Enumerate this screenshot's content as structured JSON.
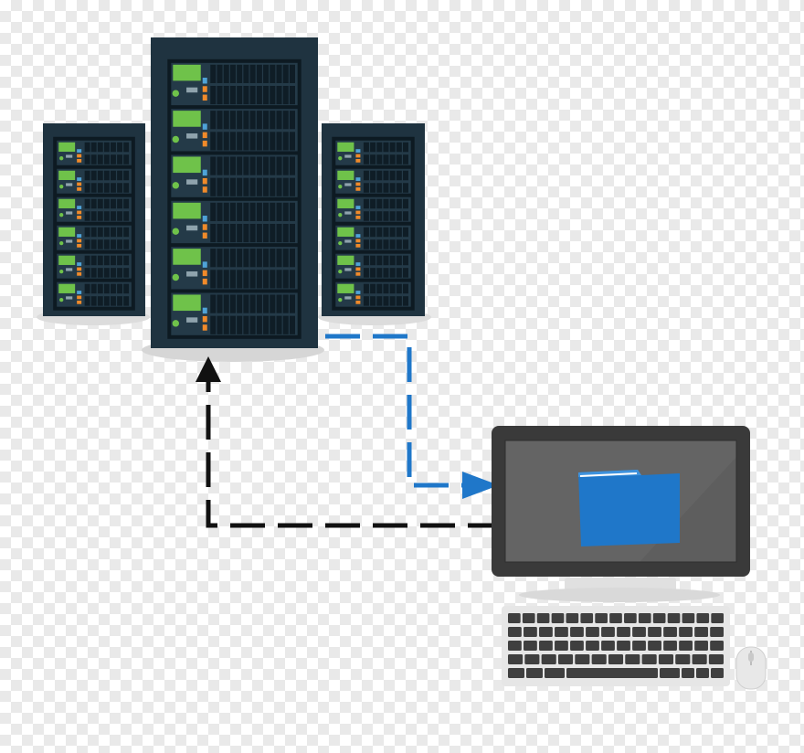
{
  "diagram": {
    "nodes": [
      {
        "id": "server-left",
        "kind": "server-rack"
      },
      {
        "id": "server-center",
        "kind": "server-rack"
      },
      {
        "id": "server-right",
        "kind": "server-rack"
      },
      {
        "id": "desktop-computer",
        "kind": "computer",
        "screen_icon": "folder-icon"
      },
      {
        "id": "keyboard",
        "kind": "keyboard"
      },
      {
        "id": "mouse",
        "kind": "mouse"
      }
    ],
    "edges": [
      {
        "from": "server-right",
        "to": "desktop-computer",
        "style": "dashed",
        "color": "#1f77c9"
      },
      {
        "from": "desktop-computer",
        "to": "server-center",
        "style": "dashed",
        "color": "#111111"
      }
    ]
  },
  "colors": {
    "rack_body": "#1f3340",
    "rack_inner": "#0d1a22",
    "unit_face": "#243a48",
    "led_green": "#6fc24a",
    "led_orange": "#f08a2a",
    "monitor_frame": "#3a3a3a",
    "screen": "#5e5e5e",
    "folder": "#1f77c9",
    "keyboard_key": "#3f3f3f",
    "keyboard_base": "#e6e6e6"
  }
}
